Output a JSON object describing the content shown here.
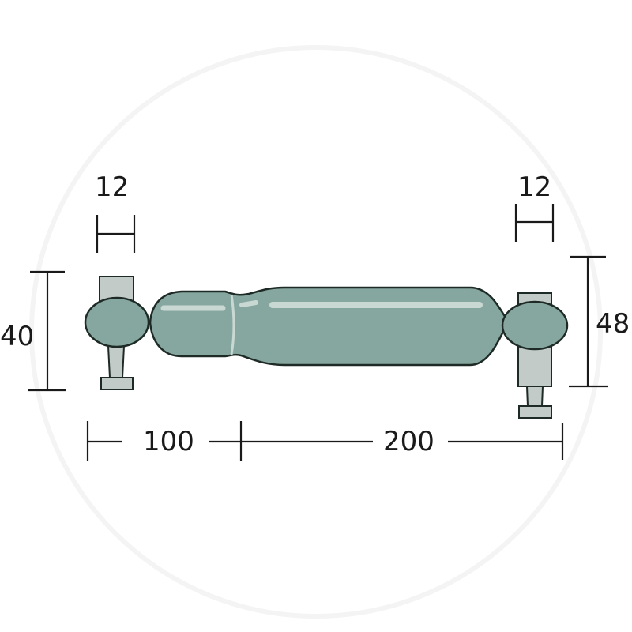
{
  "diagram": {
    "subject": "shock-absorber technical drawing",
    "colors": {
      "body": "#86a79f",
      "outline": "#1e2a26",
      "bracket": "#c2cbc8",
      "highlight": "#c9d8d3",
      "dimension_line": "#1a1a1a"
    },
    "dimensions": {
      "left_eye_width": "12",
      "right_eye_width": "12",
      "left_height": "40",
      "right_height": "48",
      "left_length": "100",
      "right_length": "200"
    }
  }
}
